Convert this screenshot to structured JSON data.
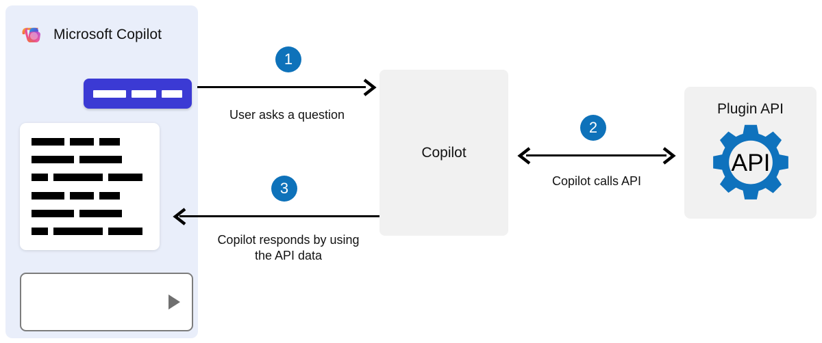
{
  "panel": {
    "brand_label": "Microsoft Copilot",
    "logo_icon": "microsoft-copilot-logo",
    "prompt_bar_icon": "prompt-suggestion-bar",
    "response_card_icon": "response-text-placeholder",
    "input_placeholder": "",
    "send_icon": "send-triangle-icon"
  },
  "nodes": {
    "copilot": {
      "label": "Copilot"
    },
    "plugin": {
      "label": "Plugin API",
      "gear_icon": "gear-icon",
      "gear_text": "API"
    }
  },
  "flows": [
    {
      "number": "1",
      "label": "User asks a question",
      "direction": "right"
    },
    {
      "number": "2",
      "label": "Copilot calls API",
      "direction": "both"
    },
    {
      "number": "3",
      "label": "Copilot responds by using\nthe API data",
      "direction": "left"
    }
  ],
  "colors": {
    "panel_background": "#e9eefa",
    "prompt_bar": "#3b3ad4",
    "badge_blue": "#0e72ba",
    "gear_blue": "#0f72bd",
    "node_gray": "#f1f1f1",
    "arrow_black": "#000000"
  },
  "diagram_rows": [
    [
      48,
      35,
      30
    ],
    [
      62,
      62
    ],
    [
      24,
      72,
      50
    ],
    [
      48,
      35,
      30
    ],
    [
      62,
      62
    ],
    [
      24,
      72,
      50
    ]
  ]
}
